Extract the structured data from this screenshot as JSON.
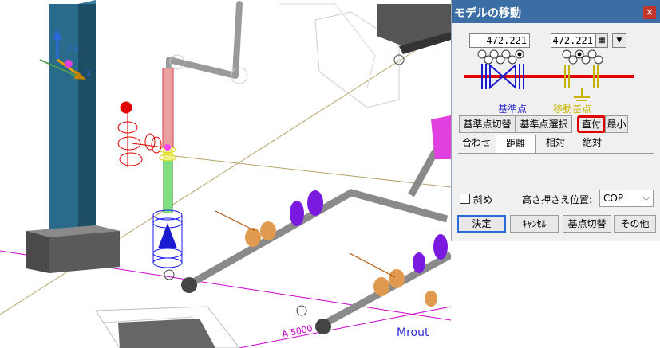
{
  "viewport": {
    "annotation": "Mrout",
    "dimension_text": "A 5000",
    "axes": {
      "z": "Z",
      "y": "Y N",
      "x": "X"
    }
  },
  "dialog": {
    "title": "モデルの移動",
    "close_glyph": "×",
    "base_value": "472.221",
    "move_value": "472.221",
    "calc_glyph": "▦",
    "dropdown_glyph": "▼",
    "base_label": "基準点",
    "move_label": "移動基点",
    "buttons": {
      "toggle_base": "基準点切替",
      "select_base": "基準点選択",
      "direct": "直付",
      "min": "最小"
    },
    "tabs": [
      "合わせ",
      "距離",
      "相対",
      "絶対"
    ],
    "oblique_label": "斜め",
    "height_label": "高さ押さえ位置:",
    "height_value": "COP",
    "height_arrow": "⌵",
    "footer": {
      "ok": "決定",
      "cancel": "ｷｬﾝｾﾙ",
      "basepoint_toggle": "基点切替",
      "other": "その他"
    }
  }
}
